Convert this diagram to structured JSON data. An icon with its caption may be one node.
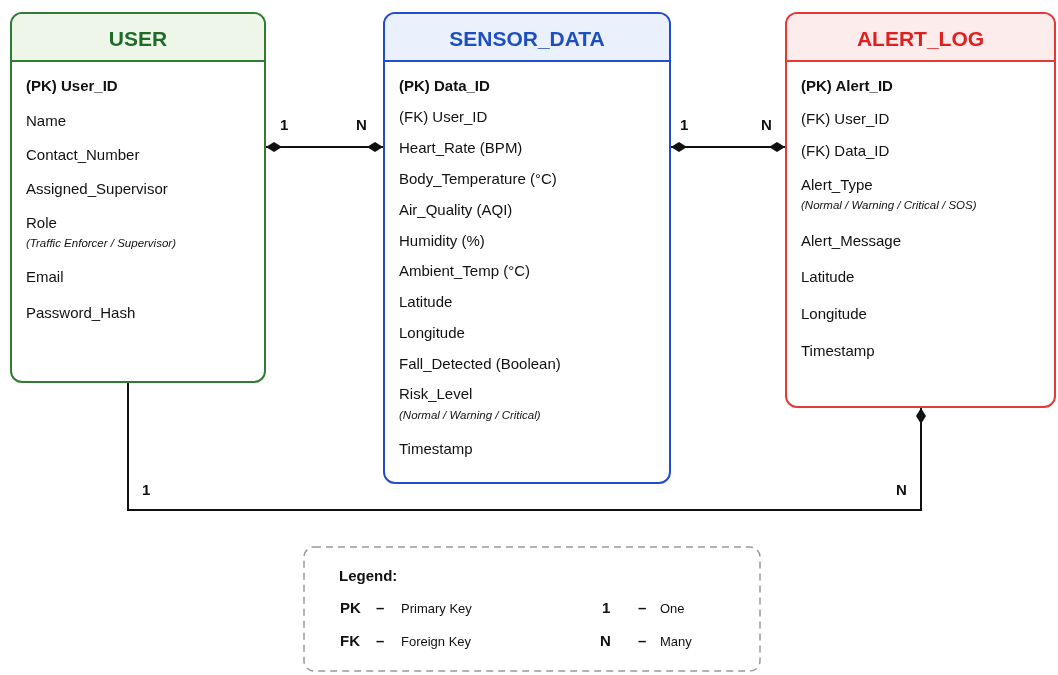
{
  "diagram": {
    "nodes": [
      {
        "text": [
          "USER",
          "(PK) User_ID",
          "Name",
          "Contact_Number",
          "Assigned_Supervisor",
          "Role",
          "(Traffic Enforcer / Supervisor)",
          "Email",
          "Password_Hash"
        ]
      },
      {
        "text": [
          "SENSOR_DATA",
          "(PK) Data_ID",
          "(FK) User_ID",
          "Heart_Rate (BPM)",
          "Body_Temperature (°C)",
          "Air_Quality (AQI)",
          "Humidity (%)",
          "Ambient_Temp (°C)",
          "Latitude",
          "Longitude",
          "Fall_Detected (Boolean)",
          "Risk_Level",
          "(Normal / Warning / Critical)",
          "Timestamp"
        ]
      },
      {
        "text": [
          "ALERT_LOG",
          "(PK) Alert_ID",
          "(FK) User_ID",
          "(FK) Data_ID",
          "Alert_Type",
          "(Normal / Warning / Critical / SOS)",
          "Alert_Message",
          "Latitude",
          "Longitude",
          "Timestamp"
        ]
      }
    ],
    "edges": [
      {
        "from": 0,
        "to": 1,
        "arrow": "other"
      },
      {
        "from": 1,
        "to": 2,
        "arrow": "other"
      },
      {
        "from": 0,
        "to": 2,
        "arrow": "other"
      }
    ],
    "labels": [
      "1",
      "N",
      "1",
      "N",
      "1",
      "N",
      "Legend:",
      "PK",
      "–",
      "Primary Key",
      "1",
      "–",
      "One",
      "FK",
      "–",
      "Foreign Key",
      "N",
      "–",
      "Many"
    ]
  }
}
